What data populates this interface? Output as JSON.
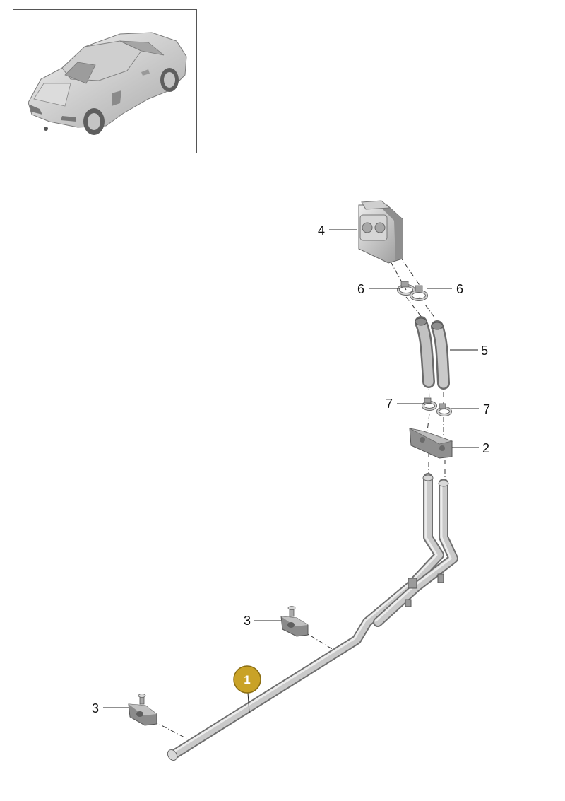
{
  "callouts": {
    "part_1": "1",
    "part_2": "2",
    "part_3a": "3",
    "part_3b": "3",
    "part_4": "4",
    "part_5": "5",
    "part_6a": "6",
    "part_6b": "6",
    "part_7a": "7",
    "part_7b": "7"
  },
  "colors": {
    "badge_fill": "#c9a227",
    "badge_stroke": "#8a6d12",
    "part_gray": "#b8b8b8"
  },
  "icons": {
    "thumbnail": "car-thumbnail-icon"
  }
}
